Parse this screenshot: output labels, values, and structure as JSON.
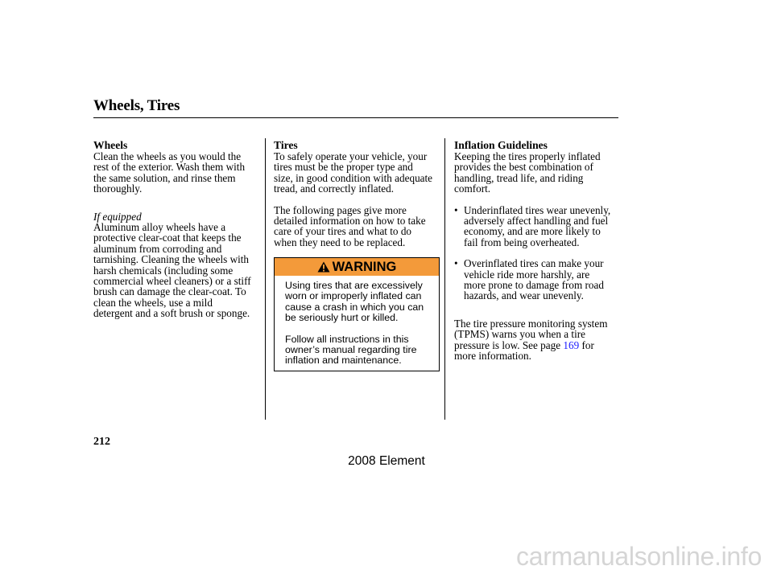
{
  "header": {
    "title": "Wheels, Tires"
  },
  "wheels": {
    "heading": "Wheels",
    "para1": [
      "Clean the wheels as you would the",
      "rest of the exterior. Wash them with",
      "the same solution, and rinse them",
      "thoroughly."
    ],
    "note": "If equipped",
    "para2": [
      "Aluminum alloy wheels have a",
      "protective clear-coat that keeps the",
      "aluminum from corroding and",
      "tarnishing. Cleaning the wheels with",
      "harsh chemicals (including some",
      "commercial wheel cleaners) or a stiff",
      "brush can damage the clear-coat. To",
      "clean the wheels, use a mild",
      "detergent and a soft brush or sponge."
    ]
  },
  "tires": {
    "heading": "Tires",
    "para1": [
      "To safely operate your vehicle, your",
      "tires must be the proper type and",
      "size, in good condition with adequate",
      "tread, and correctly inflated."
    ],
    "para2": [
      "The following pages give more",
      "detailed information on how to take",
      "care of your tires and what to do",
      "when they need to be replaced."
    ]
  },
  "warning": {
    "label": "WARNING",
    "para1": [
      "Using tires that are excessively",
      "worn or improperly inflated can",
      "cause a crash in which you can",
      "be seriously hurt or killed."
    ],
    "para2": [
      "Follow all instructions in this",
      "owner’s manual regarding tire",
      "inflation and maintenance."
    ],
    "header_color": "#f39a3a"
  },
  "inflation": {
    "heading": "Inflation Guidelines",
    "para1": [
      "Keeping the tires properly inflated",
      "provides the best combination of",
      "handling, tread life, and riding",
      "comfort."
    ],
    "bullet1": [
      "Underinflated tires wear unevenly,",
      "adversely affect handling and fuel",
      "economy, and are more likely to",
      "fail from being overheated."
    ],
    "bullet2": [
      "Overinflated tires can make your",
      "vehicle ride more harshly, are",
      "more prone to damage from road",
      "hazards, and wear unevenly."
    ],
    "para3": [
      "The tire pressure monitoring system",
      "(TPMS) warns you when a tire"
    ],
    "para3_line3_pre": "pressure is low. See page",
    "page_link": "169",
    "para3_line3_post": "for",
    "para3_line4": "more information.",
    "bullet_symbol": "•"
  },
  "footer": {
    "page_number": "212",
    "model": "2008  Element"
  },
  "watermark": {
    "text": "carmanualsonline.info"
  }
}
